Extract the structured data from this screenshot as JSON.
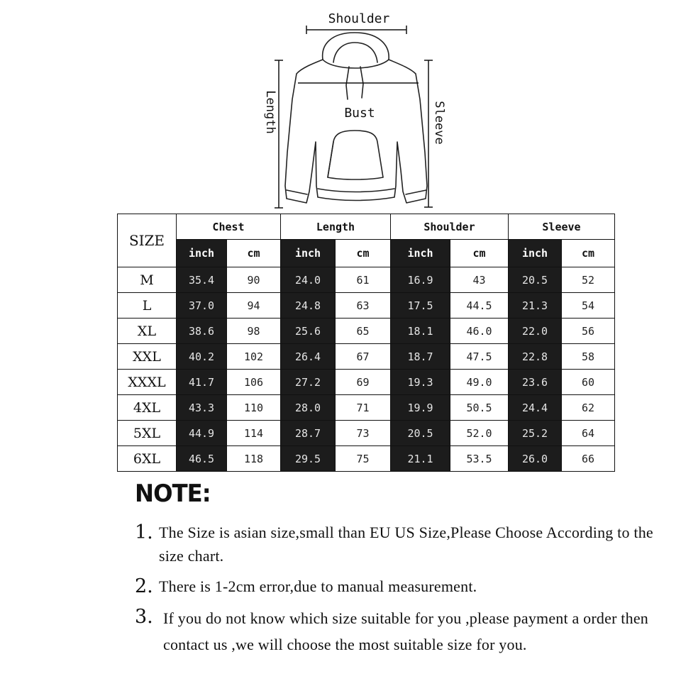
{
  "diagram": {
    "labels": {
      "shoulder": "Shoulder",
      "bust": "Bust",
      "length": "Length",
      "sleeve": "Sleeve"
    },
    "icon": "hoodie-outline"
  },
  "table": {
    "size_header": "SIZE",
    "groups": [
      "Chest",
      "Length",
      "Shoulder",
      "Sleeve"
    ],
    "units": [
      "inch",
      "cm"
    ],
    "rows": [
      {
        "size": "M",
        "values": [
          "35.4",
          "90",
          "24.0",
          "61",
          "16.9",
          "43",
          "20.5",
          "52"
        ]
      },
      {
        "size": "L",
        "values": [
          "37.0",
          "94",
          "24.8",
          "63",
          "17.5",
          "44.5",
          "21.3",
          "54"
        ]
      },
      {
        "size": "XL",
        "values": [
          "38.6",
          "98",
          "25.6",
          "65",
          "18.1",
          "46.0",
          "22.0",
          "56"
        ]
      },
      {
        "size": "XXL",
        "values": [
          "40.2",
          "102",
          "26.4",
          "67",
          "18.7",
          "47.5",
          "22.8",
          "58"
        ]
      },
      {
        "size": "XXXL",
        "values": [
          "41.7",
          "106",
          "27.2",
          "69",
          "19.3",
          "49.0",
          "23.6",
          "60"
        ]
      },
      {
        "size": "4XL",
        "values": [
          "43.3",
          "110",
          "28.0",
          "71",
          "19.9",
          "50.5",
          "24.4",
          "62"
        ]
      },
      {
        "size": "5XL",
        "values": [
          "44.9",
          "114",
          "28.7",
          "73",
          "20.5",
          "52.0",
          "25.2",
          "64"
        ]
      },
      {
        "size": "6XL",
        "values": [
          "46.5",
          "118",
          "29.5",
          "75",
          "21.1",
          "53.5",
          "26.0",
          "66"
        ]
      }
    ],
    "colors": {
      "inch_bg": "#1c1c1c",
      "inch_text": "#e6e6e6",
      "cm_bg": "#ffffff"
    }
  },
  "notes": {
    "title": "NOTE:",
    "items": [
      {
        "num": "1.",
        "text": "The Size is asian size,small than EU US Size,Please Choose According to the size chart."
      },
      {
        "num": "2.",
        "text": "There is 1-2cm error,due to manual measurement."
      },
      {
        "num": "3.",
        "text": "If you do not know which size suitable for you ,please payment a order then contact us ,we will choose the most suitable size for you."
      }
    ]
  }
}
